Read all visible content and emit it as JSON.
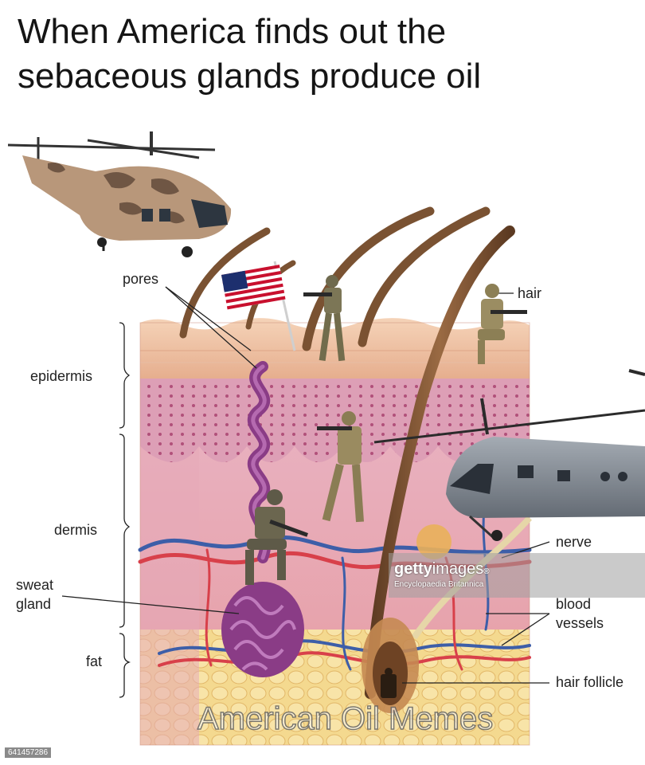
{
  "title": {
    "line1": "When America finds out the",
    "line2": "sebaceous glands produce oil"
  },
  "labels": {
    "pores": "pores",
    "hair": "hair",
    "epidermis": "epidermis",
    "dermis": "dermis",
    "sweat_gland_line1": "sweat",
    "sweat_gland_line2": "gland",
    "nerve": "nerve",
    "blood_vessels_line1": "blood",
    "blood_vessels_line2": "vessels",
    "fat": "fat",
    "hair_follicle": "hair follicle"
  },
  "watermarks": {
    "getty_bold": "getty",
    "getty_thin": "images",
    "getty_mark": "®",
    "credit": "Encyclopaedia Britannica",
    "meme": "American Oil Memes",
    "image_id": "641457286"
  },
  "colors": {
    "epidermis": "#f0c4a6",
    "dermis": "#e8a7b4",
    "fat": "#f7dc8c",
    "sweat_gland": "#8a3c86",
    "hair": "#7a5232",
    "vessel_red": "#d8404a",
    "vessel_blue": "#3d5ea8",
    "camo_tan": "#b8977a",
    "helicopter_gray": "#7d858f"
  }
}
